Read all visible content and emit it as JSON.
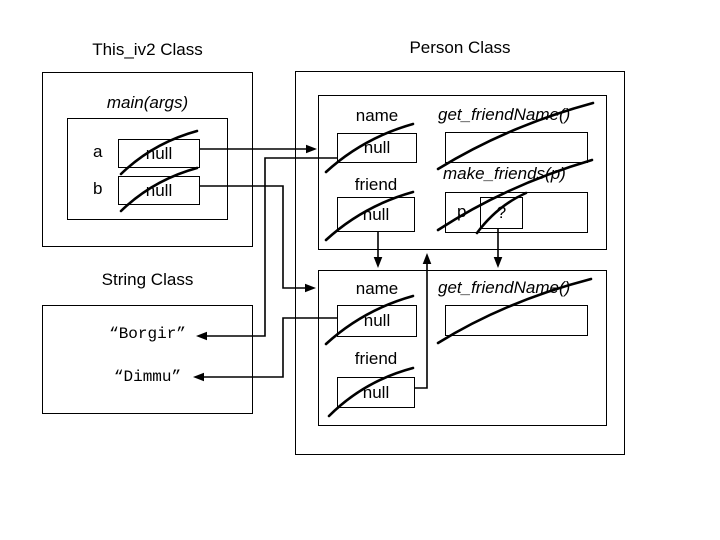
{
  "colors": {
    "background": "#ffffff",
    "line": "#000000",
    "text": "#000000"
  },
  "this_iv2_class": {
    "title": "This_iv2 Class",
    "method_label": "main(args)",
    "variables": [
      {
        "name": "a",
        "value": "null",
        "crossed_out": true
      },
      {
        "name": "b",
        "value": "null",
        "crossed_out": true
      }
    ]
  },
  "person_class": {
    "title": "Person Class",
    "object1": {
      "name_label": "name",
      "name_value": "null",
      "name_crossed_out": true,
      "friend_label": "friend",
      "friend_value": "null",
      "friend_crossed_out": true,
      "get_friend_method": "get_friendName()",
      "make_friends_method": "make_friends(p)",
      "param_label": "p",
      "param_value": "?",
      "param_crossed_out": true
    },
    "object2": {
      "name_label": "name",
      "name_value": "null",
      "name_crossed_out": true,
      "friend_label": "friend",
      "friend_value": "null",
      "friend_crossed_out": true,
      "get_friend_method": "get_friendName()"
    }
  },
  "string_class": {
    "title": "String Class",
    "strings": [
      {
        "value": "“Borgir”"
      },
      {
        "value": "“Dimmu”"
      }
    ]
  },
  "arrows": [
    {
      "from": "variable a",
      "to": "person object 1"
    },
    {
      "from": "variable b",
      "to": "person object 2"
    },
    {
      "from": "person object 1 name",
      "to": "“Borgir”"
    },
    {
      "from": "person object 2 name",
      "to": "“Dimmu”"
    },
    {
      "from": "person object 1 friend",
      "to": "person object 2"
    },
    {
      "from": "param p",
      "to": "person object 2"
    },
    {
      "from": "person object 2 friend",
      "to": "person object 1"
    }
  ]
}
